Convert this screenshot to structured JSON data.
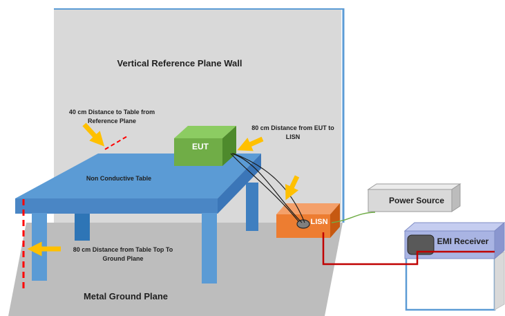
{
  "labels": {
    "wall_title": "Vertical Reference Plane Wall",
    "distance_table_ref_line1": "40 cm Distance to Table from",
    "distance_table_ref_line2": "Reference Plane",
    "eut": "EUT",
    "distance_eut_lisn_line1": "80 cm Distance from EUT to",
    "distance_eut_lisn_line2": "LISN",
    "table": "Non Conductive Table",
    "lisn": "LISN",
    "power_source": "Power Source",
    "emi_receiver": "EMI Receiver",
    "distance_table_ground_line1": "80 cm Distance from Table Top To",
    "distance_table_ground_line2": "Ground Plane",
    "ground_plane": "Metal Ground Plane"
  },
  "colors": {
    "wall": "#d9d9d9",
    "wall_edge": "#5b9bd5",
    "floor": "#bdbdbd",
    "table_top": "#5b9bd5",
    "table_front": "#4a86c5",
    "eut": "#70ad47",
    "lisn": "#ed7d31",
    "power_source": "#d9d9d9",
    "emi_receiver": "#a9b4e3",
    "arrow": "#ffc000",
    "dashed_marker": "#ff0000",
    "rf_cable": "#c00000",
    "power_cable": "#70ad47"
  }
}
